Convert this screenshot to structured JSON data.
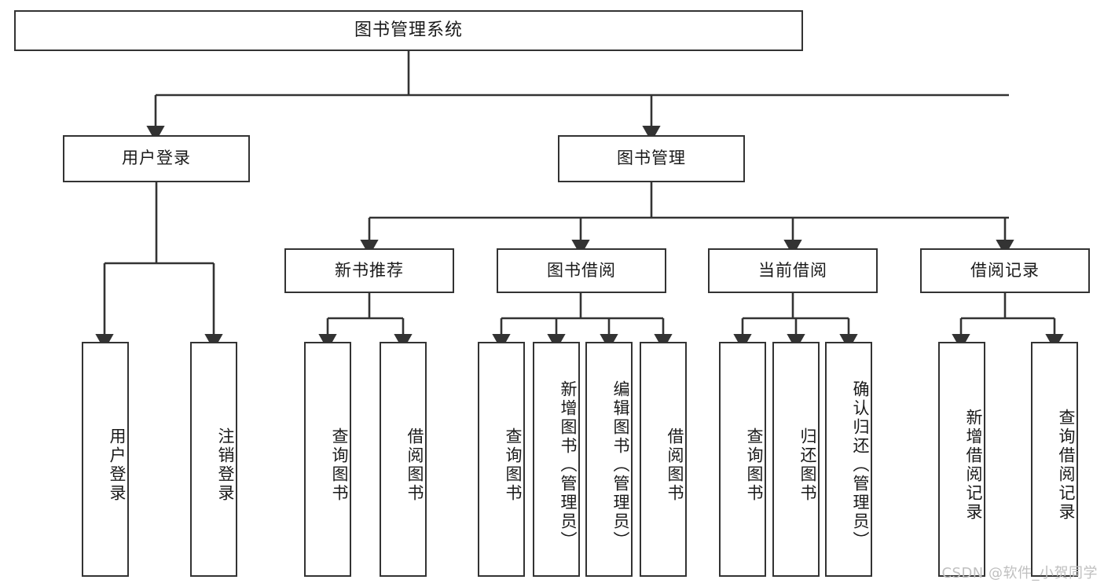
{
  "diagram": {
    "title": "图书管理系统",
    "watermark": "CSDN @软件_小贺同学",
    "colors": {
      "box_border": "#333333",
      "box_fill": "#ffffff",
      "line": "#333333",
      "text": "#1a1a1a",
      "watermark": "#bfbfbf",
      "background": "#ffffff"
    },
    "levels": {
      "root": "图书管理系统",
      "level2": [
        "用户登录",
        "图书管理"
      ],
      "level3": [
        "新书推荐",
        "图书借阅",
        "当前借阅",
        "借阅记录"
      ]
    },
    "nodes": {
      "root": {
        "label": "图书管理系统"
      },
      "user_login": {
        "label": "用户登录"
      },
      "book_manage": {
        "label": "图书管理"
      },
      "new_book_rec": {
        "label": "新书推荐"
      },
      "book_borrow": {
        "label": "图书借阅"
      },
      "current_borrow": {
        "label": "当前借阅"
      },
      "borrow_record": {
        "label": "借阅记录"
      },
      "leaf_user_login": {
        "label": "用户登录"
      },
      "leaf_logout": {
        "label": "注销登录"
      },
      "leaf_query_book_1": {
        "label": "查询图书"
      },
      "leaf_borrow_book_1": {
        "label": "借阅图书"
      },
      "leaf_query_book_2": {
        "label": "查询图书"
      },
      "leaf_add_book": {
        "label": "新增图书（管理员）"
      },
      "leaf_edit_book": {
        "label": "编辑图书（管理员）"
      },
      "leaf_borrow_book_2": {
        "label": "借阅图书"
      },
      "leaf_query_book_3": {
        "label": "查询图书"
      },
      "leaf_return_book": {
        "label": "归还图书"
      },
      "leaf_confirm_return": {
        "label": "确认归还（管理员）"
      },
      "leaf_add_record": {
        "label": "新增借阅记录"
      },
      "leaf_query_record": {
        "label": "查询借阅记录"
      }
    },
    "tree": {
      "图书管理系统": {
        "用户登录": [
          "用户登录",
          "注销登录"
        ],
        "图书管理": {
          "新书推荐": [
            "查询图书",
            "借阅图书"
          ],
          "图书借阅": [
            "查询图书",
            "新增图书（管理员）",
            "编辑图书（管理员）",
            "借阅图书"
          ],
          "当前借阅": [
            "查询图书",
            "归还图书",
            "确认归还（管理员）"
          ],
          "借阅记录": [
            "新增借阅记录",
            "查询借阅记录"
          ]
        }
      }
    }
  }
}
